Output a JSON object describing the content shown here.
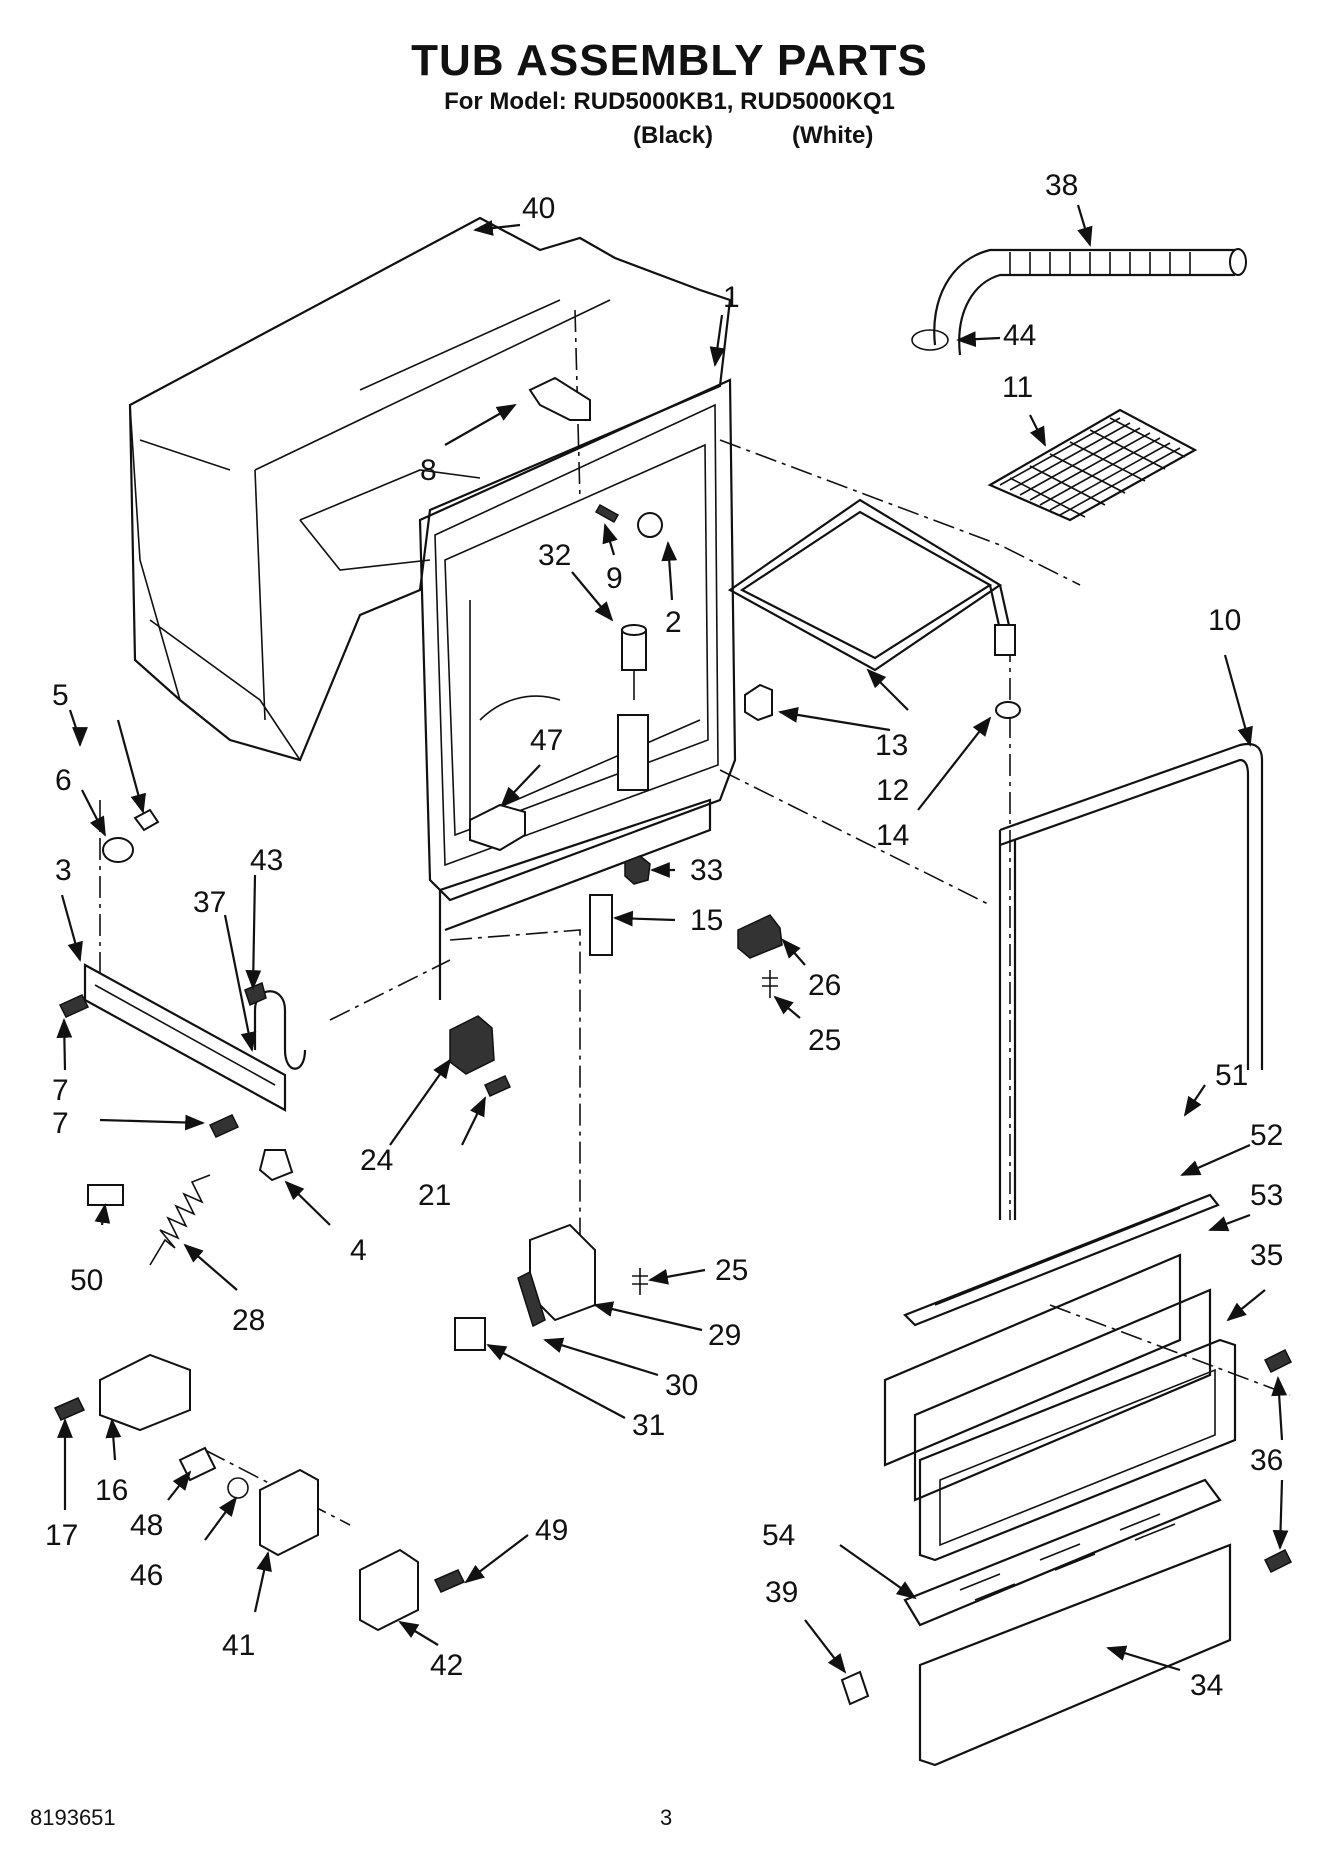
{
  "header": {
    "title": "TUB ASSEMBLY PARTS",
    "models": "For Model: RUD5000KB1, RUD5000KQ1",
    "variant_black": "(Black)",
    "variant_white": "(White)"
  },
  "callouts": {
    "c1": "1",
    "c2": "2",
    "c3": "3",
    "c4": "4",
    "c5": "5",
    "c6": "6",
    "c7a": "7",
    "c7b": "7",
    "c8": "8",
    "c9": "9",
    "c10": "10",
    "c11": "11",
    "c12": "12",
    "c13": "13",
    "c14": "14",
    "c15": "15",
    "c16": "16",
    "c17": "17",
    "c21": "21",
    "c24": "24",
    "c25a": "25",
    "c25b": "25",
    "c26": "26",
    "c28": "28",
    "c29": "29",
    "c30": "30",
    "c31": "31",
    "c32": "32",
    "c33": "33",
    "c34": "34",
    "c35": "35",
    "c36": "36",
    "c37": "37",
    "c38": "38",
    "c39": "39",
    "c40": "40",
    "c41": "41",
    "c42": "42",
    "c43": "43",
    "c44": "44",
    "c46": "46",
    "c47": "47",
    "c48": "48",
    "c49": "49",
    "c50": "50",
    "c51": "51",
    "c52": "52",
    "c53": "53",
    "c54": "54"
  },
  "footer": {
    "doc_number": "8193651",
    "page_number": "3"
  }
}
